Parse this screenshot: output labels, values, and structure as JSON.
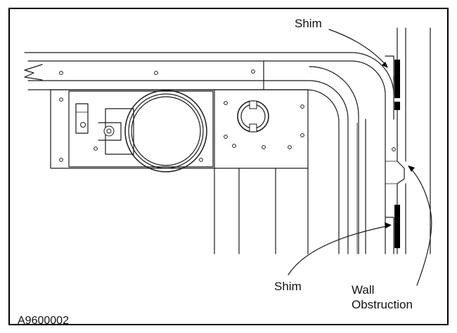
{
  "labels": {
    "shim_top": "Shim",
    "shim_bottom": "Shim",
    "wall_line1": "Wall",
    "wall_line2": "Obstruction",
    "figure_id": "A9600002"
  },
  "colors": {
    "line": "#1a1a1a",
    "fill": "#000000",
    "background": "#ffffff"
  }
}
